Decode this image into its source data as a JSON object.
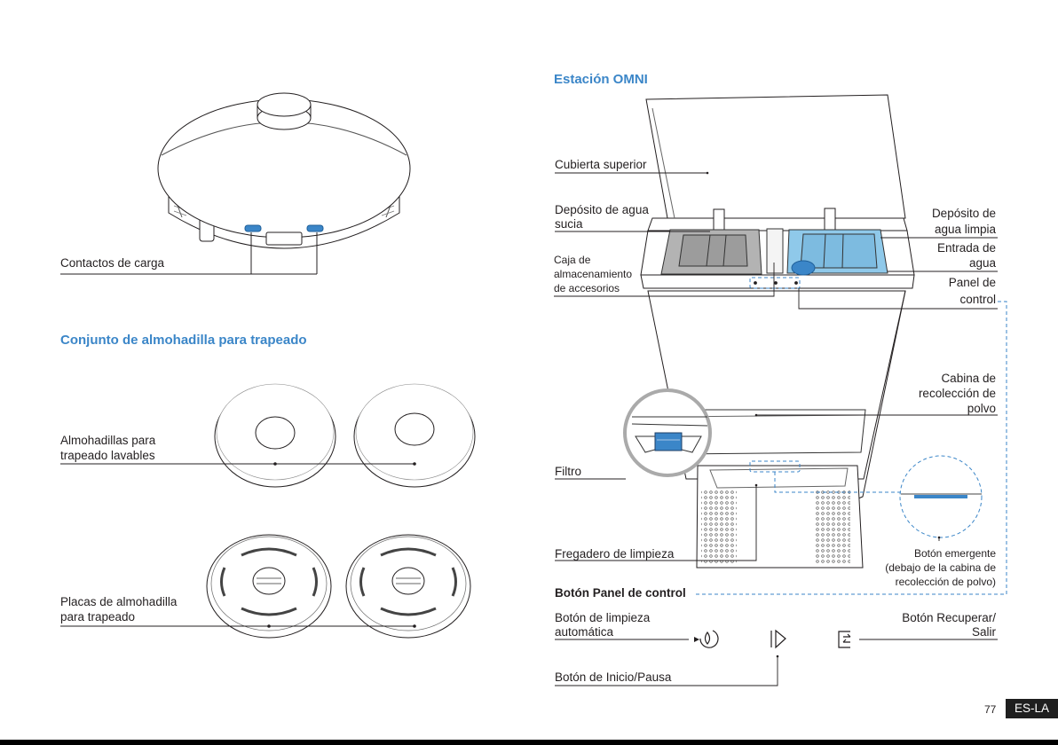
{
  "left": {
    "label_charging": "Contactos de carga",
    "title_mop": "Conjunto de almohadilla para trapeado",
    "label_pads_1": "Almohadillas para",
    "label_pads_2": "trapeado lavables",
    "label_plates_1": "Placas de almohadilla",
    "label_plates_2": "para trapeado"
  },
  "right": {
    "title_station": "Estación OMNI",
    "label_cover": "Cubierta superior",
    "label_dirty_1": "Depósito de agua",
    "label_dirty_2": "sucia",
    "label_box_1": "Caja de",
    "label_box_2": "almacenamiento",
    "label_box_3": "de accesorios",
    "label_clean_1": "Depósito de",
    "label_clean_2": "agua limpia",
    "label_inlet_1": "Entrada de",
    "label_inlet_2": "agua",
    "label_panel_1": "Panel de",
    "label_panel_2": "control",
    "label_cabin_1": "Cabina de",
    "label_cabin_2": "recolección de",
    "label_cabin_3": "polvo",
    "label_filter": "Filtro",
    "label_sink": "Fregadero de limpieza",
    "label_popup_1": "Botón emergente",
    "label_popup_2": "(debajo de la cabina de",
    "label_popup_3": "recolección de polvo)",
    "title_buttons": "Botón Panel de control",
    "label_autoclean_1": "Botón de limpieza",
    "label_autoclean_2": "automática",
    "label_recover_1": "Botón Recuperar/",
    "label_recover_2": "Salir",
    "label_startpause": "Botón de Inicio/Pausa"
  },
  "footer": {
    "page_number": "77",
    "locale": "ES-LA"
  },
  "colors": {
    "accent": "#3b86c8",
    "tank_blue": "#8fc9ea",
    "tank_gray": "#b3b3b3",
    "badge": "#1f1f1f"
  },
  "icons": [
    "droplet-icon",
    "play-pause-icon",
    "exit-icon"
  ]
}
